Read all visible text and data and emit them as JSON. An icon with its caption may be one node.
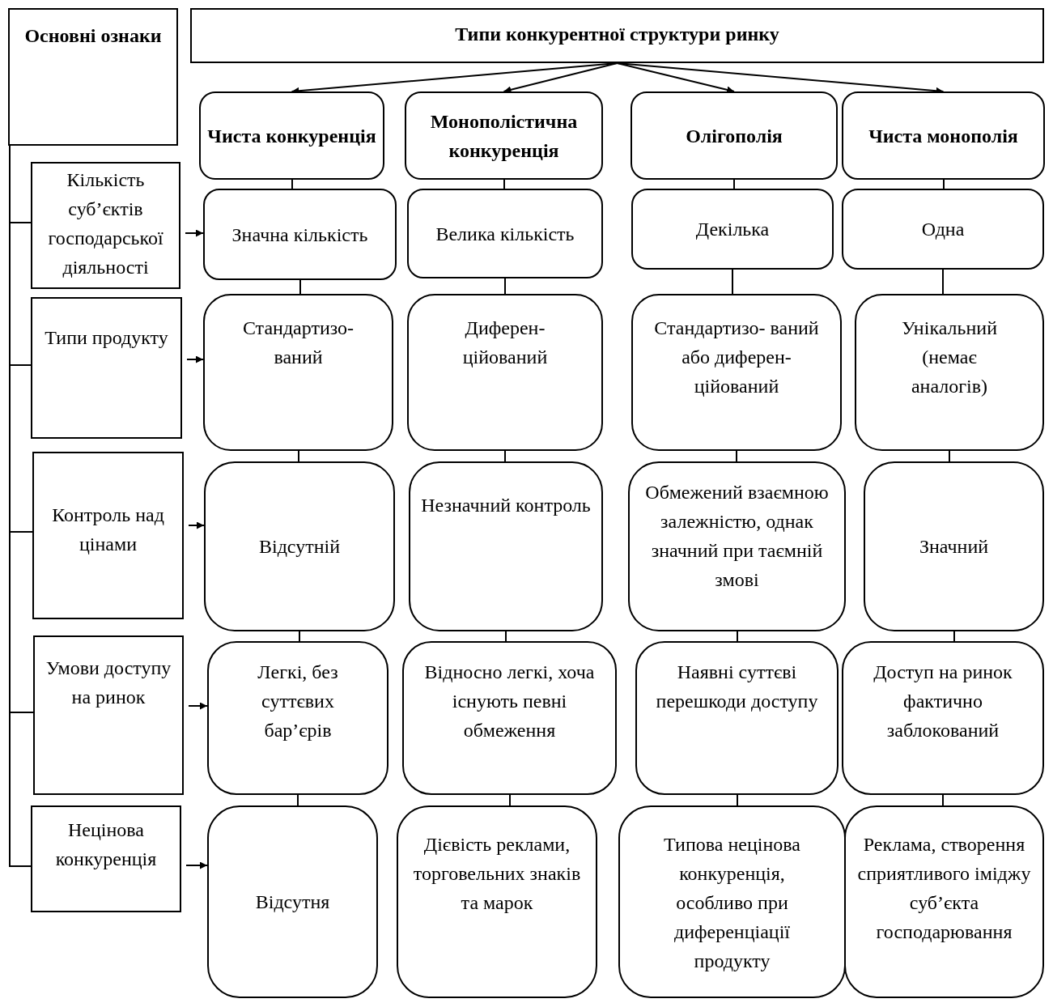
{
  "diagram": {
    "nodes": [
      {
        "text": [
          "Основні ознаки"
        ]
      },
      {
        "text": [
          "Типи конкурентної структури ринку"
        ]
      },
      {
        "text": [
          "Чиста конкуренція"
        ]
      },
      {
        "text": [
          "Монополістична конкуренція"
        ]
      },
      {
        "text": [
          "Олігополія"
        ]
      },
      {
        "text": [
          "Чиста монополія"
        ]
      },
      {
        "text": [
          "Кількість суб’єктів господарської діяльності"
        ]
      },
      {
        "text": [
          "Типи продукту"
        ]
      },
      {
        "text": [
          "Контроль над цінами"
        ]
      },
      {
        "text": [
          "Умови доступу на ринок"
        ]
      },
      {
        "text": [
          "Нецінова конкуренція"
        ]
      },
      {
        "text": [
          "Значна кількість"
        ]
      },
      {
        "text": [
          "Велика кількість"
        ]
      },
      {
        "text": [
          "Декілька"
        ]
      },
      {
        "text": [
          "Одна"
        ]
      },
      {
        "text": [
          "Стандартизо- ваний"
        ]
      },
      {
        "text": [
          "Диферен- ційований"
        ]
      },
      {
        "text": [
          "Стандартизо- ваний або диферен- ційований"
        ]
      },
      {
        "text": [
          "Унікальний (немає аналогів)"
        ]
      },
      {
        "text": [
          "Відсутній"
        ]
      },
      {
        "text": [
          "Незначний контроль"
        ]
      },
      {
        "text": [
          "Обмежений взаємною залежністю, однак значний при таємній змові"
        ]
      },
      {
        "text": [
          "Значний"
        ]
      },
      {
        "text": [
          "Легкі, без суттєвих бар’єрів"
        ]
      },
      {
        "text": [
          "Відносно легкі, хоча існують певні обмеження"
        ]
      },
      {
        "text": [
          "Наявні суттєві перешкоди доступу"
        ]
      },
      {
        "text": [
          "Доступ на ринок фактично заблокований"
        ]
      },
      {
        "text": [
          "Відсутня"
        ]
      },
      {
        "text": [
          "Дієвість реклами, торговельних знаків та марок"
        ]
      },
      {
        "text": [
          "Типова нецінова конкуренція, особливо при диференціації продукту"
        ]
      },
      {
        "text": [
          "Реклама, створення сприятливого іміджу суб’єкта господарювання"
        ]
      }
    ],
    "edges": [
      {
        "from": 1,
        "to": 2,
        "arrow": "to"
      },
      {
        "from": 1,
        "to": 3,
        "arrow": "to"
      },
      {
        "from": 1,
        "to": 4,
        "arrow": "to"
      },
      {
        "from": 1,
        "to": 5,
        "arrow": "to"
      },
      {
        "from": 0,
        "to": 6,
        "arrow": "none"
      },
      {
        "from": 0,
        "to": 7,
        "arrow": "none"
      },
      {
        "from": 0,
        "to": 8,
        "arrow": "none"
      },
      {
        "from": 0,
        "to": 9,
        "arrow": "none"
      },
      {
        "from": 0,
        "to": 10,
        "arrow": "none"
      },
      {
        "from": 6,
        "to": 11,
        "arrow": "to"
      },
      {
        "from": 7,
        "to": 15,
        "arrow": "to"
      },
      {
        "from": 8,
        "to": 19,
        "arrow": "to"
      },
      {
        "from": 9,
        "to": 23,
        "arrow": "to"
      },
      {
        "from": 10,
        "to": 27,
        "arrow": "to"
      },
      {
        "from": 2,
        "to": 11,
        "arrow": "none"
      },
      {
        "from": 11,
        "to": 15,
        "arrow": "none"
      },
      {
        "from": 15,
        "to": 19,
        "arrow": "none"
      },
      {
        "from": 19,
        "to": 23,
        "arrow": "none"
      },
      {
        "from": 23,
        "to": 27,
        "arrow": "none"
      },
      {
        "from": 3,
        "to": 12,
        "arrow": "none"
      },
      {
        "from": 12,
        "to": 16,
        "arrow": "none"
      },
      {
        "from": 16,
        "to": 20,
        "arrow": "none"
      },
      {
        "from": 20,
        "to": 24,
        "arrow": "none"
      },
      {
        "from": 24,
        "to": 28,
        "arrow": "none"
      },
      {
        "from": 4,
        "to": 13,
        "arrow": "none"
      },
      {
        "from": 13,
        "to": 17,
        "arrow": "none"
      },
      {
        "from": 17,
        "to": 21,
        "arrow": "none"
      },
      {
        "from": 21,
        "to": 25,
        "arrow": "none"
      },
      {
        "from": 25,
        "to": 29,
        "arrow": "none"
      },
      {
        "from": 5,
        "to": 14,
        "arrow": "none"
      },
      {
        "from": 14,
        "to": 18,
        "arrow": "none"
      },
      {
        "from": 18,
        "to": 22,
        "arrow": "none"
      },
      {
        "from": 22,
        "to": 26,
        "arrow": "none"
      },
      {
        "from": 26,
        "to": 30,
        "arrow": "none"
      }
    ]
  }
}
